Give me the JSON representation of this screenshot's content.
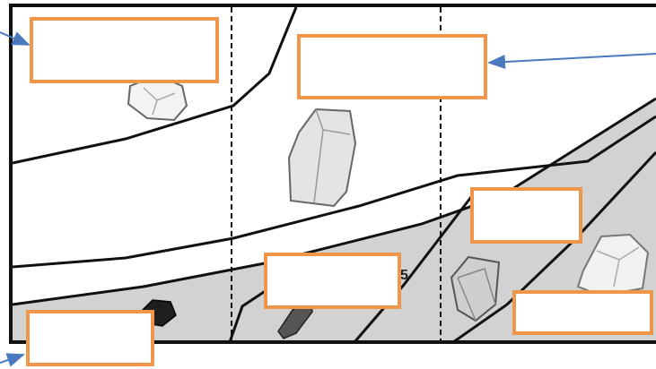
{
  "colors": {
    "background": "#ffffff",
    "layer_fill": "#d2d2d2",
    "line": "#111111",
    "label_border": "#f0964a",
    "arrow": "#4a79c0"
  },
  "diagram": {
    "label_boxes": [
      {
        "id": "box-1",
        "text": ""
      },
      {
        "id": "box-2",
        "text": ""
      },
      {
        "id": "box-3",
        "text": ""
      },
      {
        "id": "box-4",
        "text": ""
      },
      {
        "id": "box-5",
        "text": ""
      },
      {
        "id": "box-6",
        "text": ""
      }
    ],
    "rock_icons": [
      "round-rock-icon",
      "tall-crystal-rock-icon",
      "dark-pebble-icon",
      "elongated-rock-icon",
      "cubic-crystal-rock-icon",
      "crumpled-rock-icon"
    ]
  }
}
